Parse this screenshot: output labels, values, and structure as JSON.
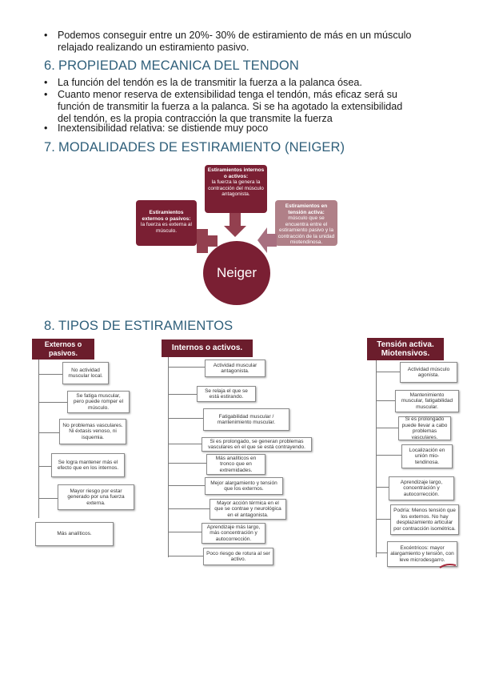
{
  "intro_bullet": {
    "line1": "Podemos conseguir entre un 20%- 30% de estiramiento de más en un músculo",
    "line2": "relajado realizando un estiramiento pasivo."
  },
  "section6": {
    "number": "6.",
    "title": "PROPIEDAD MECANICA DEL TENDON",
    "bullets": [
      [
        "La función del tendón es la    de transmitir la fuerza a la palanca ósea."
      ],
      [
        "Cuanto menor reserva de extensibilidad tenga el tendón, más eficaz será su",
        "función de transmitir la fuerza a la palanca. Si se ha agotado la extensibilidad",
        "del tendón, es la propia contracción la que transmite la fuerza"
      ],
      [
        "Inextensibilidad relativa: se distiende muy poco"
      ]
    ]
  },
  "section7": {
    "number": "7.",
    "title": "MODALIDADES DE ESTIRAMIENTO (NEIGER)",
    "center": "Neiger",
    "top_box": {
      "bold": "Estiramientos internos o activos:",
      "text": "la fuerza la genera la contracción del músculo antagonista."
    },
    "left_box": {
      "bold": "Estiramientos externos o pasivos:",
      "text": "la fuerza es externa al músculo."
    },
    "right_box": {
      "bold": "Estiramientos en tensión activa:",
      "text": "músculo que se encuentra entre el estiramiento pasivo y la contracción de la unidad miotendinosa."
    },
    "colors": {
      "dark": "#7a1f33",
      "mid": "#93404f",
      "light": "#b08088"
    }
  },
  "section8": {
    "number": "8.",
    "title": "TIPOS DE ESTIRAMIENTOS",
    "col1": {
      "header": [
        "Externos o",
        "pasivos."
      ],
      "items": [
        "No actividad muscular local.",
        "Se fatiga muscular, pero puede romper el músculo.",
        "No problemas vasculares. Ni éxtasis venoso, ni isquemia.",
        "Se logra mantener más el efecto que en los internos.",
        "Mayor riesgo por estar generado por una fuerza externa.",
        "Más analíticos."
      ]
    },
    "col2": {
      "header": "Internos o activos.",
      "items": [
        "Actividad muscular antagonista.",
        "Se relaja el que se está estirando.",
        "Fatigabilidad muscular / mantenimiento muscular.",
        "Si es prolongado, se generan problemas vasculares en el que se está contrayendo.",
        "Más analíticos en tronco que en extremidades.",
        "Mejor alargamiento y tensión que los externos.",
        "Mayor acción térmica en el que se contrae y neurológica en el antagonista.",
        "Aprendizaje más largo, más concentración y autocorrección.",
        "Poco riesgo de rotura al ser activo."
      ]
    },
    "col3": {
      "header": [
        "Tensión activa.",
        "Miotensivos."
      ],
      "items": [
        "Actividad músculo agonista.",
        "Mantenimiento muscular, fatigabilidad muscular.",
        "Si es prolongado puede llevar a cabo problemas vasculares.",
        "Localización en unión mio-tendinosa.",
        "Aprendizaje largo, concentración y autocorrección.",
        "Podría: Menos tensión que los externos. No hay desplazamiento articular por contracción isométrica.",
        "Excéntricos: mayor alargamiento y tensión, con leve microdesgarro."
      ]
    }
  }
}
